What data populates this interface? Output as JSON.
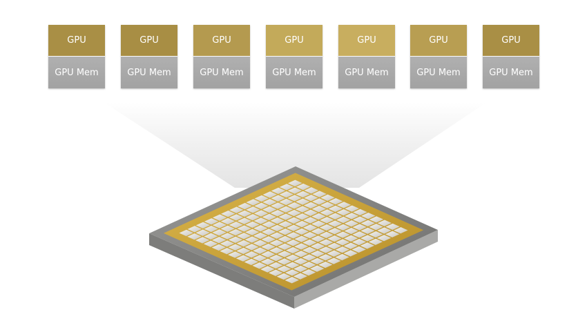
{
  "gpus": [
    {
      "label": "GPU",
      "memory_label": "GPU Mem",
      "color": "#a98f45"
    },
    {
      "label": "GPU",
      "memory_label": "GPU Mem",
      "color": "#a88e44"
    },
    {
      "label": "GPU",
      "memory_label": "GPU Mem",
      "color": "#b49a4f"
    },
    {
      "label": "GPU",
      "memory_label": "GPU Mem",
      "color": "#c3aa5a"
    },
    {
      "label": "GPU",
      "memory_label": "GPU Mem",
      "color": "#c8ae5f"
    },
    {
      "label": "GPU",
      "memory_label": "GPU Mem",
      "color": "#b89e52"
    },
    {
      "label": "GPU",
      "memory_label": "GPU Mem",
      "color": "#a98f45"
    }
  ],
  "chip": {
    "grid_size": 14,
    "colors": {
      "frame": "#8a8a88",
      "gold": "#c9a23a",
      "tile": "#e6e4df"
    }
  }
}
